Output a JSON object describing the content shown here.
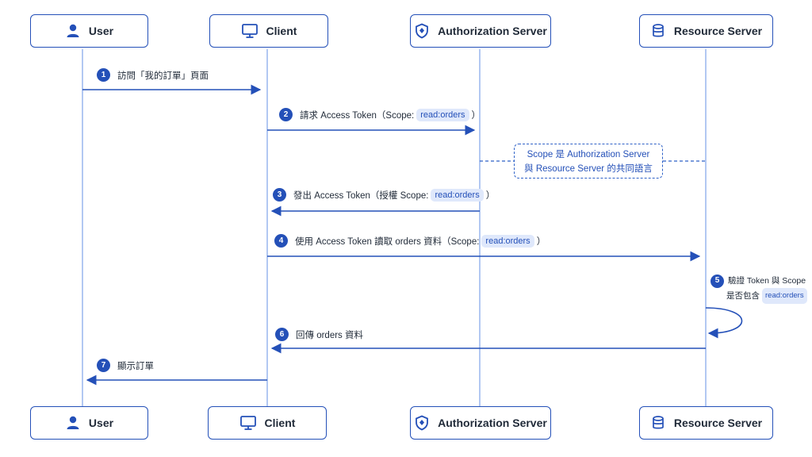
{
  "actors": [
    {
      "name": "User",
      "icon": "user-icon"
    },
    {
      "name": "Client",
      "icon": "monitor-icon"
    },
    {
      "name": "Authorization Server",
      "icon": "shield-icon"
    },
    {
      "name": "Resource Server",
      "icon": "database-icon"
    }
  ],
  "messages": [
    {
      "num": "1",
      "pre": "訪問「我的訂單」頁面",
      "chip": "",
      "post": ""
    },
    {
      "num": "2",
      "pre": "請求 Access Token（Scope:",
      "chip": "read:orders",
      "post": "）"
    },
    {
      "num": "3",
      "pre": "發出 Access Token（授權 Scope:",
      "chip": "read:orders",
      "post": "）"
    },
    {
      "num": "4",
      "pre": "使用 Access Token 讀取 orders 資料（Scope:",
      "chip": "read:orders",
      "post": "）"
    },
    {
      "num": "5",
      "line1": "驗證 Token 與 Scope",
      "line2": "是否包含",
      "chip": "read:orders"
    },
    {
      "num": "6",
      "pre": "回傳 orders 資料",
      "chip": "",
      "post": ""
    },
    {
      "num": "7",
      "pre": "顯示訂單",
      "chip": "",
      "post": ""
    }
  ],
  "note": {
    "line1": "Scope 是 Authorization Server",
    "line2": "與 Resource Server 的共同語言"
  },
  "colors": {
    "accent": "#2450b8",
    "chip_bg": "#dfe8fb",
    "lifeline": "#7ea4e8"
  }
}
